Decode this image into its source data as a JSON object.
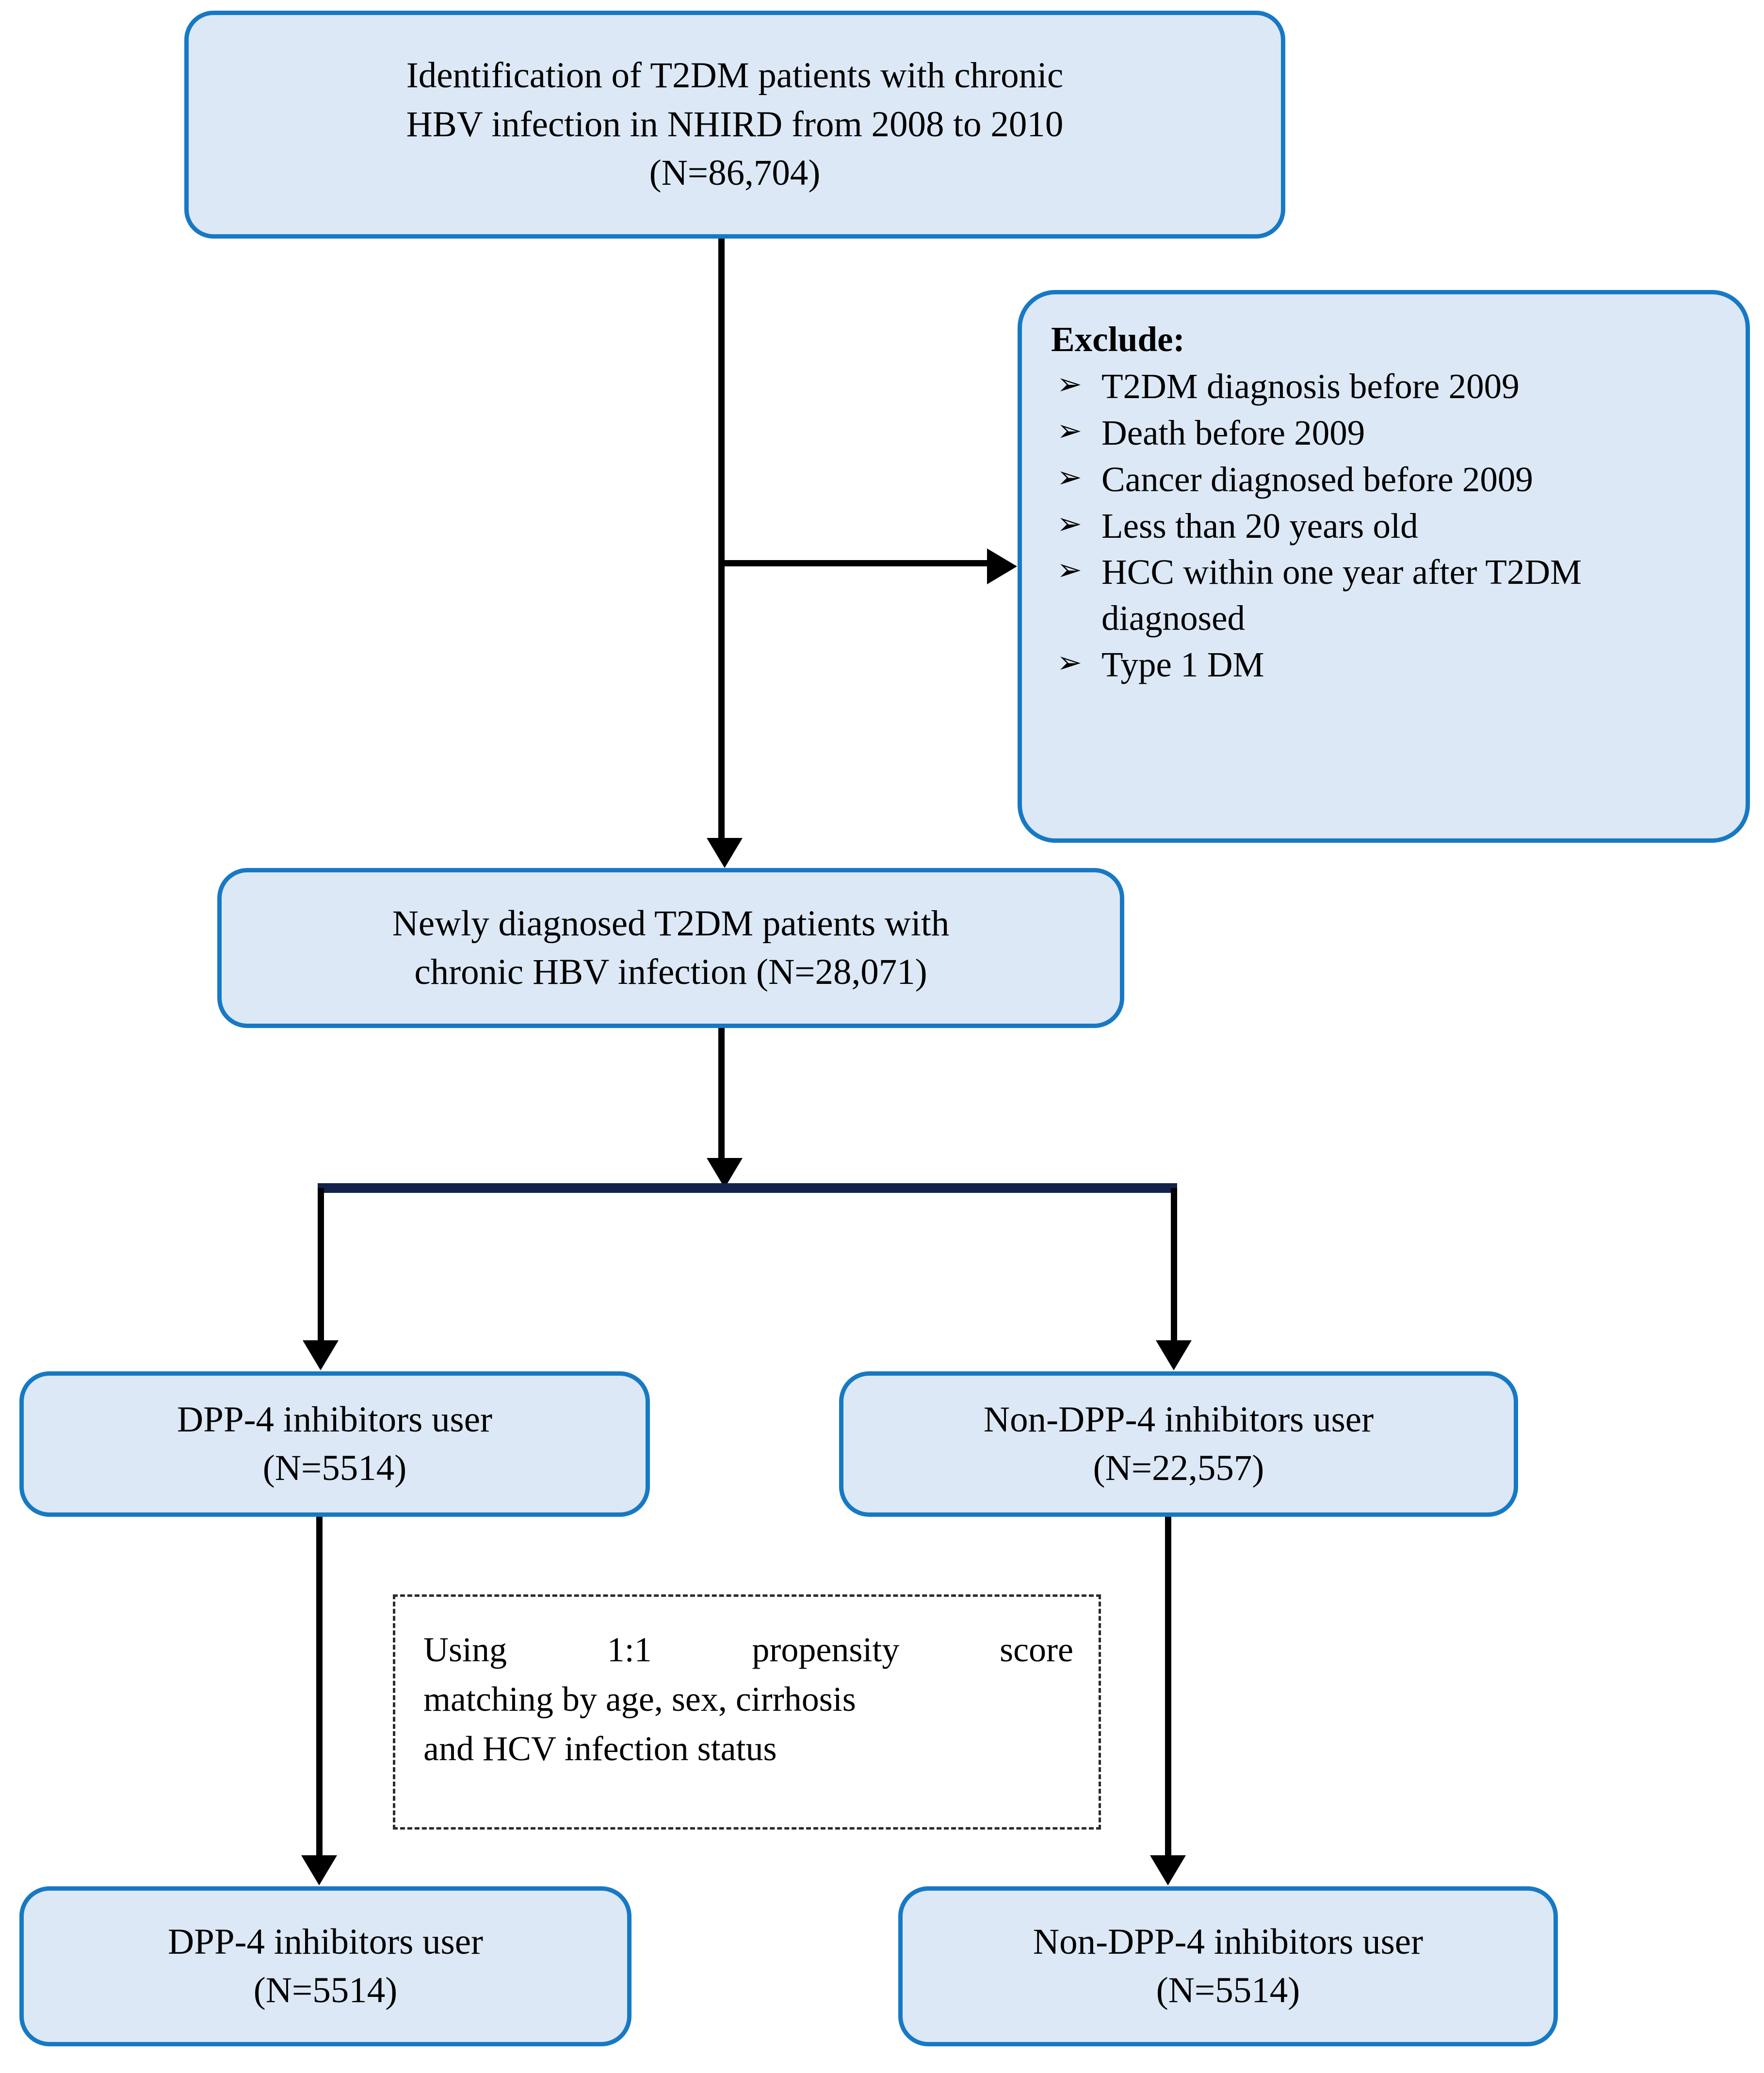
{
  "diagram": {
    "title": "Study cohort selection flow diagram",
    "colors": {
      "box_fill": "#dce8f5",
      "box_border": "#1779c4",
      "connector": "#000000",
      "branch_connector": "#12224d",
      "dashed_border": "#2b2b2b",
      "text": "#000000"
    },
    "nodes": {
      "identification": {
        "line1": "Identification of T2DM patients with chronic",
        "line2": "HBV infection in NHIRD from 2008 to 2010",
        "line3": "(N=86,704)"
      },
      "exclude": {
        "title": "Exclude:",
        "bullet_glyph": "➢",
        "items": [
          "T2DM diagnosis before 2009",
          "Death before 2009",
          "Cancer diagnosed  before 2009",
          "Less than 20 years old",
          "HCC within one year after T2DM diagnosed",
          "Type 1 DM"
        ]
      },
      "newly_diagnosed": {
        "line1": "Newly diagnosed T2DM patients with",
        "line2": "chronic HBV infection (N=28,071)"
      },
      "dpp4_user": {
        "line1": "DPP-4 inhibitors user",
        "line2": "(N=5514)"
      },
      "nondpp4_user": {
        "line1": "Non-DPP-4 inhibitors user",
        "line2": "(N=22,557)"
      },
      "matching_note": {
        "line1_a": "Using",
        "line1_b": "1:1",
        "line1_c": "propensity",
        "line1_d": "score",
        "line2": "matching by age, sex, cirrhosis",
        "line3": "and HCV infection status"
      },
      "dpp4_matched": {
        "line1": "DPP-4 inhibitors user",
        "line2": "(N=5514)"
      },
      "nondpp4_matched": {
        "line1": "Non-DPP-4 inhibitors user",
        "line2": "(N=5514)"
      }
    }
  }
}
